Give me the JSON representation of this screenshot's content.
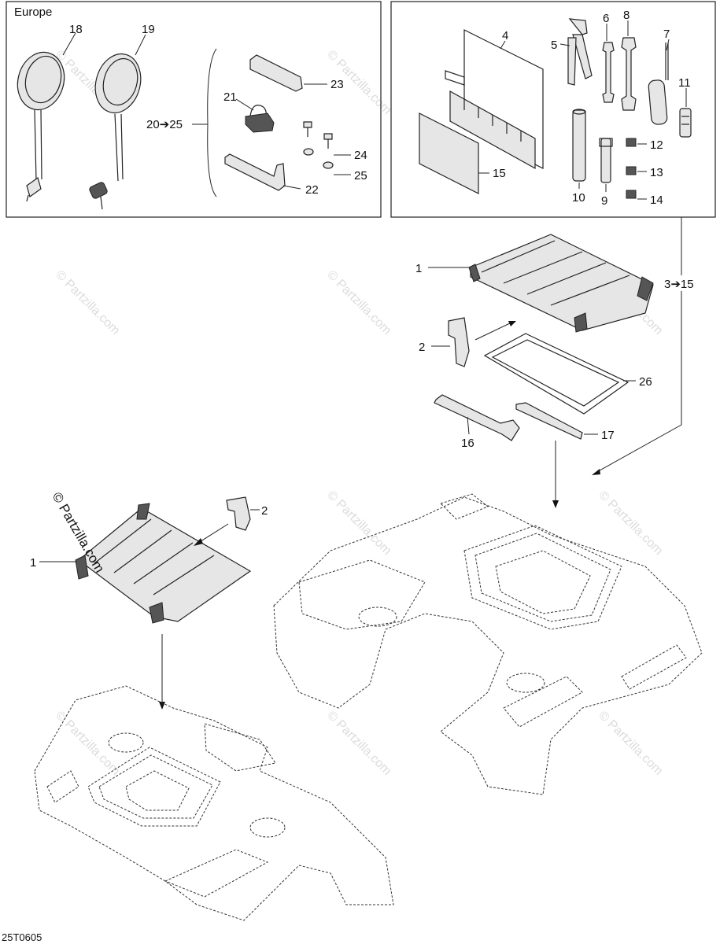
{
  "region_label": "Europe",
  "figure_code": "25T0605",
  "watermark": "© Partzilla.com",
  "callouts": {
    "c1a": "1",
    "c1b": "1",
    "c2a": "2",
    "c2b": "2",
    "c4": "4",
    "c5": "5",
    "c6": "6",
    "c7": "7",
    "c8": "8",
    "c9": "9",
    "c10": "10",
    "c11": "11",
    "c12": "12",
    "c13": "13",
    "c14": "14",
    "c15": "15",
    "c16": "16",
    "c17": "17",
    "c18": "18",
    "c19": "19",
    "c21": "21",
    "c22": "22",
    "c23": "23",
    "c24": "24",
    "c25": "25",
    "c26": "26"
  },
  "ranges": {
    "kit_left": "20➔25",
    "kit_right": "3➔15"
  }
}
